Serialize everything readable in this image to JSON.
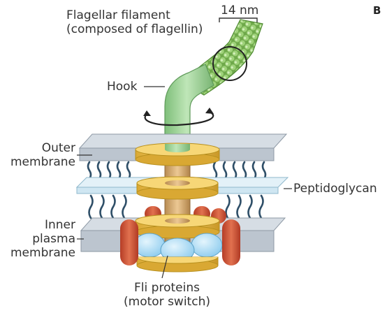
{
  "panel_letter": "B",
  "labels": {
    "filament_line1": "Flagellar filament",
    "filament_line2": "(composed of flagellin)",
    "width": "14 nm",
    "hook": "Hook",
    "outer_line1": "Outer",
    "outer_line2": "membrane",
    "peptidoglycan": "Peptidoglycan",
    "inner_line1": "Inner",
    "inner_line2": "plasma",
    "inner_line3": "membrane",
    "fli_line1": "Fli proteins",
    "fli_line2": "(motor switch)"
  },
  "colors": {
    "membrane": "#bcc5cf",
    "membrane_edge": "#8e99a5",
    "peptidoglycan": "#cfe6f2",
    "lipid_tail": "#2f4f68",
    "disc": "#f0cc60",
    "disc_edge": "#b8901e",
    "rod": "#d6ae76",
    "hook": "#9fd39a",
    "filament": "#79b84e",
    "motor_red": "#d2553a",
    "fli_blue": "#a7d7f2"
  }
}
